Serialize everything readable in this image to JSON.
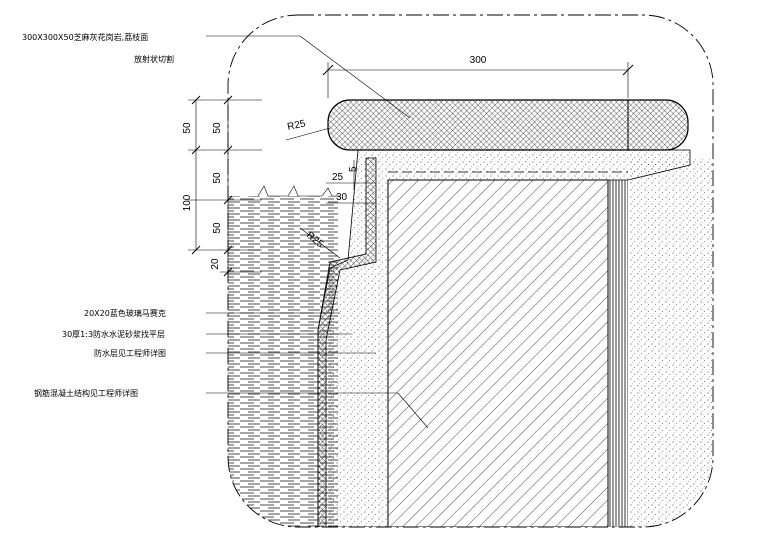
{
  "labels": {
    "stone_coping": "300X300X50芝麻灰花岗岩,荔枝面",
    "stone_coping_note": "放射状切割",
    "glass_mosaic": "20X20蓝色玻璃马赛克",
    "mortar_layer": "30厚1:3防水水泥砂浆找平层",
    "waterproof": "防水层见工程师详图",
    "concrete": "钢筋混凝土结构见工程师详图"
  },
  "dimensions": {
    "width_300": "300",
    "h50_top": "50",
    "h50_mid": "50",
    "h50_low": "50",
    "h100": "100",
    "h20": "20",
    "h50_outer": "50",
    "d25": "25",
    "d5": "5",
    "d30": "30",
    "r25_top": "R25",
    "r25_low": "R25"
  },
  "colors": {
    "line": "#000000",
    "background": "#ffffff"
  }
}
